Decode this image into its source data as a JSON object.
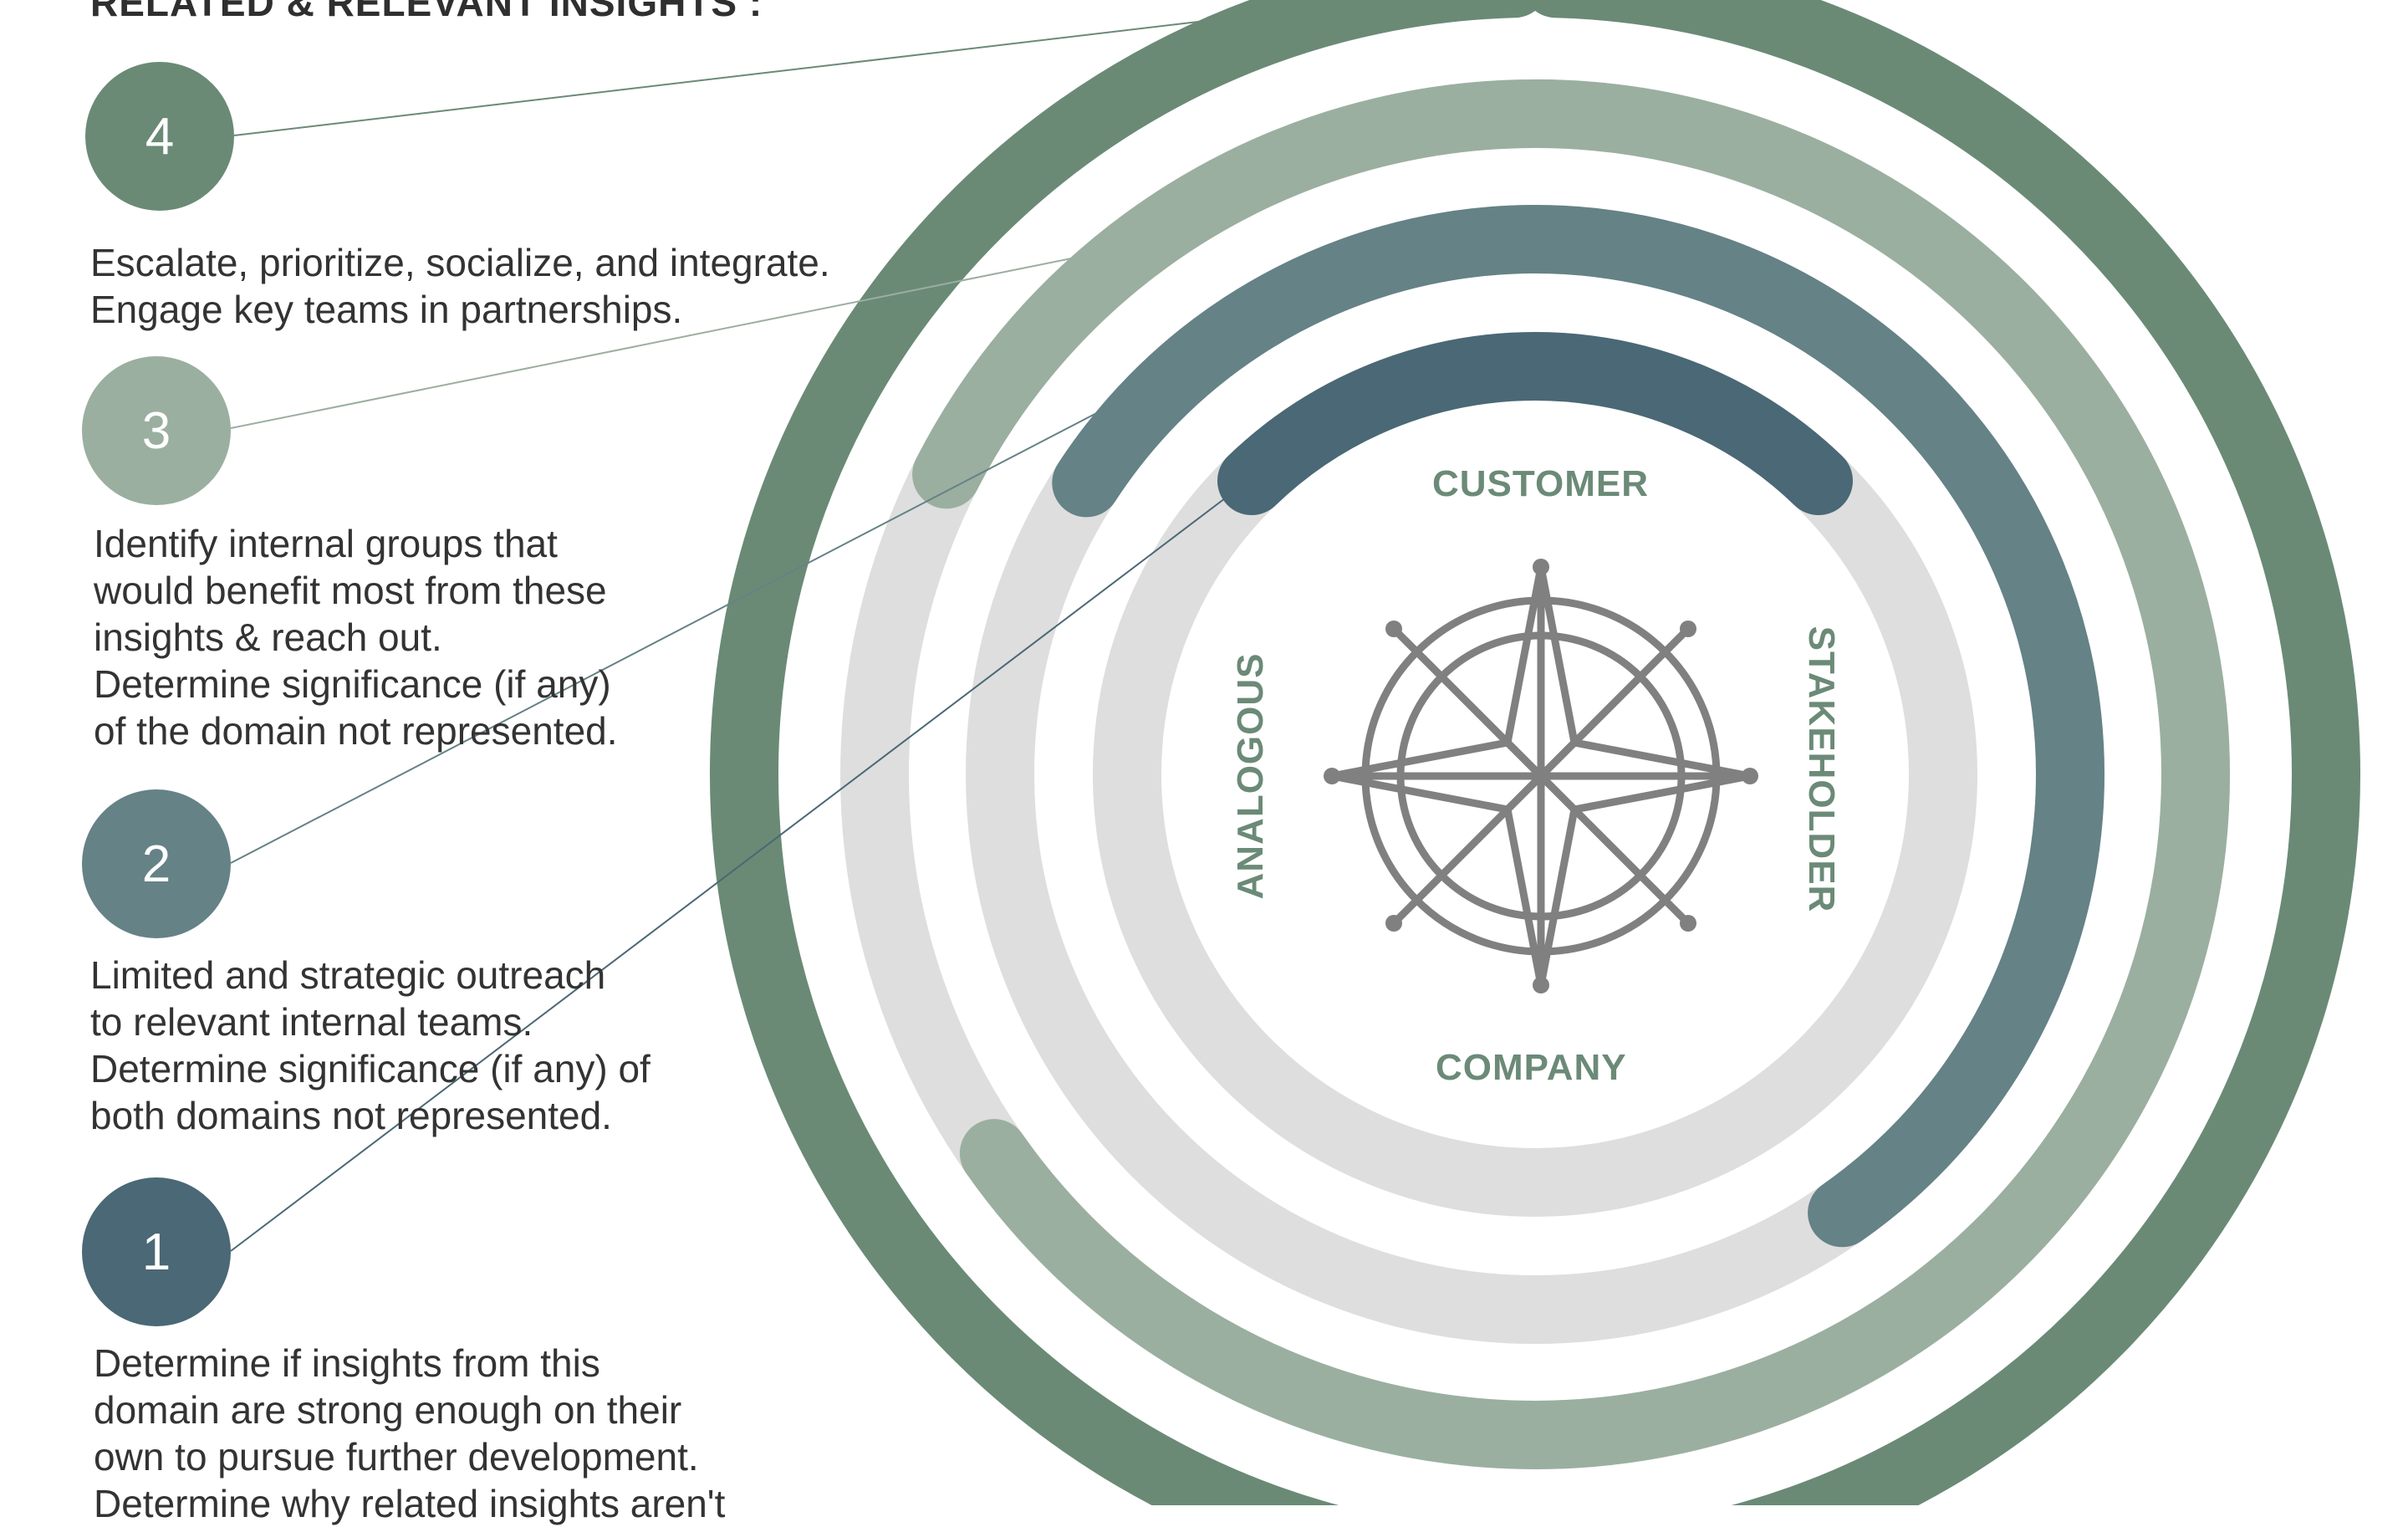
{
  "heading": "RELATED & RELEVANT INSIGHTS :",
  "levels": [
    {
      "number": "4",
      "color": "#6a8a76",
      "lines": [
        "Escalate, prioritize, socialize, and integrate.",
        "Engage key teams in partnerships."
      ]
    },
    {
      "number": "3",
      "color": "#9aafa0",
      "lines": [
        "Identify internal groups that",
        "would benefit most from these",
        "insights & reach out.",
        "Determine significance (if any)",
        "of the domain not represented."
      ]
    },
    {
      "number": "2",
      "color": "#658286",
      "lines": [
        "Limited and strategic outreach",
        "to relevant internal teams.",
        "Determine significance (if any) of",
        "both domains not represented."
      ]
    },
    {
      "number": "1",
      "color": "#4a6875",
      "lines": [
        "Determine if insights from this",
        "domain are strong enough on their",
        "own to pursue further development.",
        "Determine why related insights aren't"
      ]
    }
  ],
  "domains": {
    "top": "CUSTOMER",
    "bottom": "COMPANY",
    "left": "ANALOGOUS",
    "right": "STAKEHOLDER"
  },
  "center_icon": "compass-rose-icon",
  "colors": {
    "track_gray": "#dedede",
    "label_green": "#6b8a77",
    "compass_gray": "#808080"
  }
}
